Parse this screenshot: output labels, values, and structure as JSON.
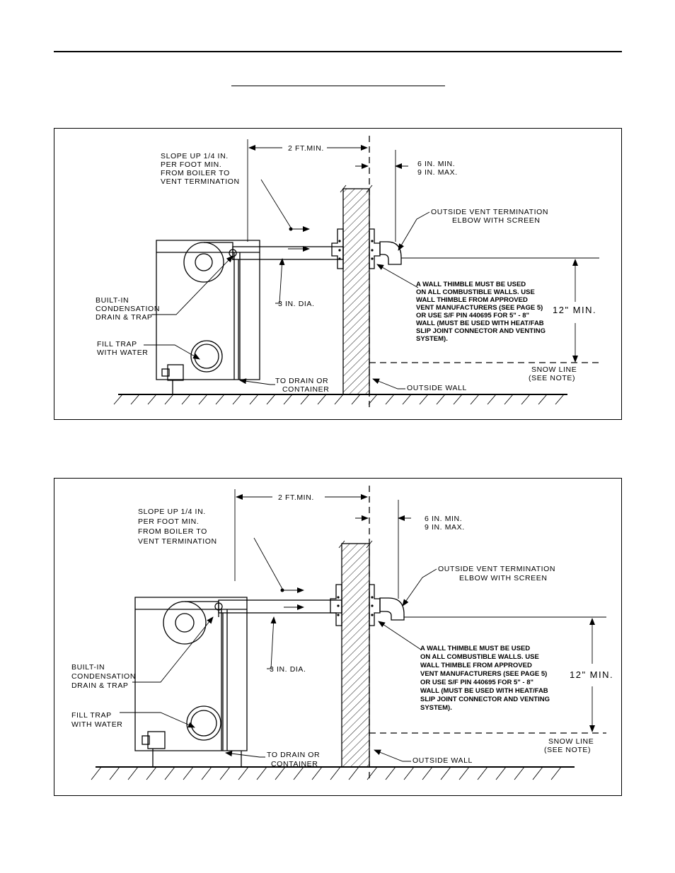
{
  "diagrams": [
    {
      "slope_label": [
        "SLOPE UP 1/4 IN.",
        "PER FOOT MIN.",
        "FROM BOILER TO",
        "VENT TERMINATION"
      ],
      "clearance_horizontal": "2 FT.MIN.",
      "clearance_wall": [
        "6 IN. MIN.",
        "9 IN. MAX."
      ],
      "termination_label": [
        "OUTSIDE VENT TERMINATION",
        "ELBOW WITH SCREEN"
      ],
      "thimble_note": [
        "A WALL THIMBLE MUST BE USED",
        "ON ALL COMBUSTIBLE WALLS. USE",
        "WALL THIMBLE FROM APPROVED",
        "VENT MANUFACTURERS (SEE PAGE 5)",
        "OR USE S/F PIN 440695 FOR 5\" - 8\"",
        "WALL (MUST BE USED WITH HEAT/FAB",
        "SLIP JOINT CONNECTOR AND VENTING",
        "SYSTEM)."
      ],
      "height_label": "12\" MIN.",
      "pipe_diameter": "3 IN. DIA.",
      "drain_label": [
        "BUILT-IN",
        "CONDENSATION",
        "DRAIN & TRAP"
      ],
      "fill_label": [
        "FILL TRAP",
        "WITH WATER"
      ],
      "container_label": [
        "TO DRAIN OR",
        "CONTAINER"
      ],
      "wall_label": "OUTSIDE WALL",
      "snow_label": [
        "SNOW LINE",
        "(SEE NOTE)"
      ]
    },
    {
      "slope_label": [
        "SLOPE UP 1/4 IN.",
        "PER FOOT MIN.",
        "FROM BOILER TO",
        "VENT TERMINATION"
      ],
      "clearance_horizontal": "2 FT.MIN.",
      "clearance_wall": [
        "6 IN. MIN.",
        "9 IN. MAX."
      ],
      "termination_label": [
        "OUTSIDE VENT TERMINATION",
        "ELBOW WITH SCREEN"
      ],
      "thimble_note": [
        "A WALL THIMBLE MUST BE USED",
        "ON ALL COMBUSTIBLE WALLS. USE",
        "WALL THIMBLE FROM APPROVED",
        "VENT MANUFACTURERS (SEE PAGE 5)",
        "OR USE S/F PIN 440695 FOR 5\" - 8\"",
        "WALL (MUST BE USED WITH HEAT/FAB",
        "SLIP JOINT CONNECTOR AND VENTING",
        "SYSTEM)."
      ],
      "height_label": "12\" MIN.",
      "pipe_diameter": "3 IN. DIA.",
      "drain_label": [
        "BUILT-IN",
        "CONDENSATION",
        "DRAIN & TRAP"
      ],
      "fill_label": [
        "FILL TRAP",
        "WITH WATER"
      ],
      "container_label": [
        "TO DRAIN OR",
        "CONTAINER"
      ],
      "wall_label": "OUTSIDE WALL",
      "snow_label": [
        "SNOW LINE",
        "(SEE NOTE)"
      ]
    }
  ]
}
